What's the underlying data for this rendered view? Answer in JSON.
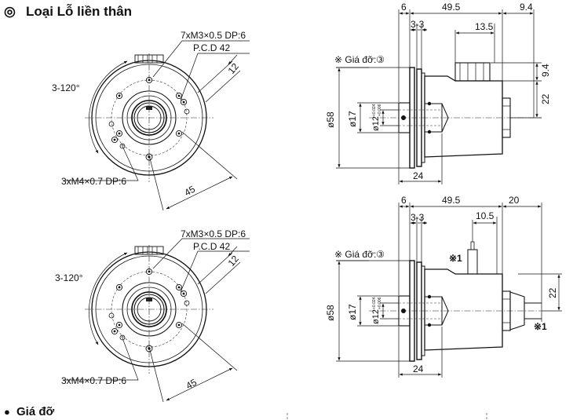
{
  "title": {
    "symbol": "◎",
    "text": "Loại Lỗ liền thân"
  },
  "section2": {
    "bullet": "●",
    "text": "Giá đỡ"
  },
  "front_top": {
    "holes_m3": "7xM3×0.5 DP:6",
    "pcd": "P.C.D 42",
    "dim_12": "12",
    "angle": "3-120°",
    "holes_m4": "3xM4×0.7 DP:6",
    "dim_45": "45"
  },
  "front_bottom": {
    "holes_m3": "7xM3×0.5 DP:6",
    "pcd": "P.C.D 42",
    "dim_12": "12",
    "angle": "3-120°",
    "holes_m4": "3xM4×0.7 DP:6",
    "dim_45": "45"
  },
  "side_top": {
    "dim_6": "6",
    "dim_49_5": "49.5",
    "dim_9_4_top": "9.4",
    "dim_3_3": "3-3",
    "dim_13_5": "13.5",
    "bracket_note": "※ Giá đỡ:③",
    "dim_9_4_right": "9.4",
    "dim_22": "22",
    "dim_dia58": "ø58",
    "dim_dia17": "ø17",
    "dim_dia12": "ø12",
    "tol_upper": "+0.024",
    "tol_lower": "+0.006",
    "dim_24": "24"
  },
  "side_bottom": {
    "dim_6": "6",
    "dim_49_5": "49.5",
    "dim_20": "20",
    "dim_3_3": "3-3",
    "dim_10_5": "10.5",
    "bracket_note": "※ Giá đỡ:③",
    "note_1a": "※1",
    "note_1b": "※1",
    "dim_22": "22",
    "dim_dia58": "ø58",
    "dim_dia17": "ø17",
    "dim_dia12": "ø12",
    "tol_upper": "+0.024",
    "tol_lower": "+0.006",
    "dim_24": "24"
  }
}
